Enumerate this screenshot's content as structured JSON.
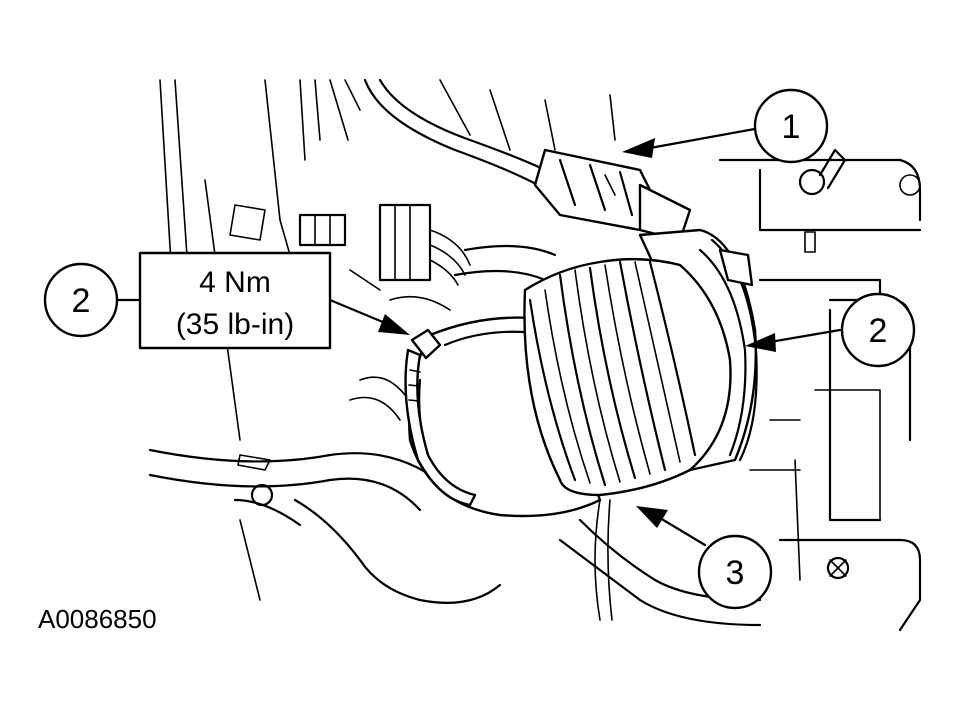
{
  "figure_id": "A0086850",
  "torque_spec": {
    "line1": "4 Nm",
    "line2": "(35 lb-in)"
  },
  "callouts": [
    {
      "id": "callout-1",
      "number": "1"
    },
    {
      "id": "callout-2-left",
      "number": "2"
    },
    {
      "id": "callout-2-right",
      "number": "2"
    },
    {
      "id": "callout-3",
      "number": "3"
    }
  ]
}
